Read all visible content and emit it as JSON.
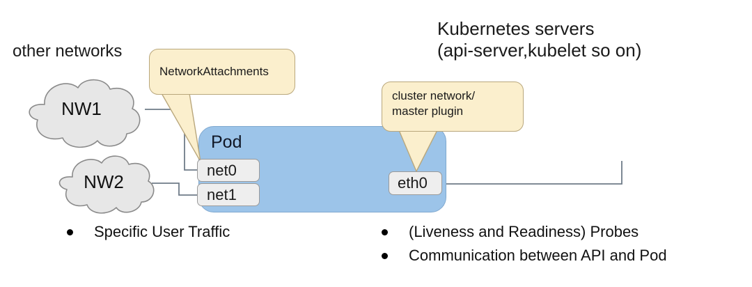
{
  "diagram": {
    "title_lines": "Kubernetes servers\n(api-server,kubelet so on)",
    "other_networks_label": "other networks",
    "pod_label": "Pod",
    "clouds": [
      {
        "name": "NW1"
      },
      {
        "name": "NW2"
      }
    ],
    "interfaces": [
      {
        "name": "net0"
      },
      {
        "name": "net1"
      },
      {
        "name": "eth0"
      }
    ],
    "callouts": [
      {
        "name": "network-attachments",
        "text": "NetworkAttachments"
      },
      {
        "name": "cluster-network",
        "text": "cluster network/\nmaster plugin"
      }
    ],
    "bullets_left": [
      "Specific User Traffic"
    ],
    "bullets_right": [
      "(Liveness and Readiness) Probes",
      "Communication between API and Pod"
    ],
    "colors": {
      "pod_fill": "#9cc4e9",
      "pod_stroke": "#7fa8cf",
      "callout_fill": "#fbefcd",
      "callout_stroke": "#b9a77c",
      "cloud_fill": "#e7e7e7",
      "cloud_stroke": "#8a8a8a",
      "iface_fill": "#eeeeee",
      "iface_stroke": "#9a9a9a",
      "line_stroke": "#6f7b88",
      "text": "#111111",
      "background": "#ffffff"
    }
  }
}
